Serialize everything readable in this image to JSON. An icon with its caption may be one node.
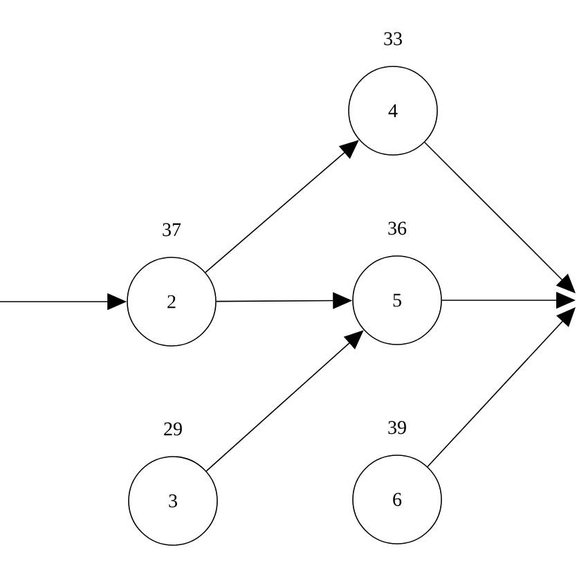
{
  "diagram": {
    "nodes": [
      {
        "text": [
          "2"
        ],
        "beside": [
          "37"
        ]
      },
      {
        "text": [
          "3"
        ],
        "beside": [
          "29"
        ]
      },
      {
        "text": [
          "4"
        ],
        "beside": [
          "33"
        ]
      },
      {
        "text": [
          "5"
        ],
        "beside": [
          "36"
        ]
      },
      {
        "text": [
          "6"
        ],
        "beside": [
          "39"
        ]
      }
    ],
    "edges": [
      {
        "from": null,
        "to": 0,
        "arrow": "to"
      },
      {
        "from": 0,
        "to": 2,
        "arrow": "to"
      },
      {
        "from": 0,
        "to": 3,
        "arrow": "to"
      },
      {
        "from": 1,
        "to": 3,
        "arrow": "to"
      },
      {
        "from": 2,
        "to": null,
        "arrow": "to"
      },
      {
        "from": 3,
        "to": null,
        "arrow": "to"
      },
      {
        "from": 4,
        "to": null,
        "arrow": "to"
      }
    ]
  }
}
